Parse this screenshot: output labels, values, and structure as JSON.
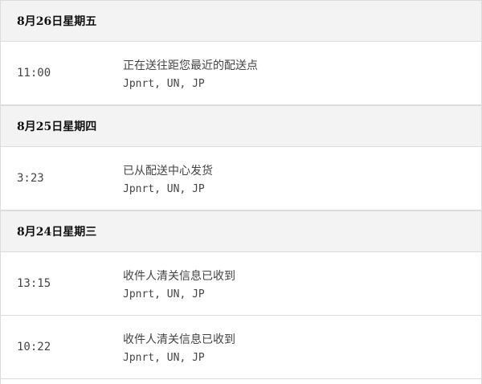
{
  "days": [
    {
      "date": "8月26日星期五",
      "events": [
        {
          "time": "11:00",
          "status": "正在送往距您最近的配送点",
          "location": "Jpnrt, UN, JP"
        }
      ]
    },
    {
      "date": "8月25日星期四",
      "events": [
        {
          "time": "3:23",
          "status": "已从配送中心发货",
          "location": "Jpnrt, UN, JP"
        }
      ]
    },
    {
      "date": "8月24日星期三",
      "events": [
        {
          "time": "13:15",
          "status": "收件人清关信息已收到",
          "location": "Jpnrt, UN, JP"
        },
        {
          "time": "10:22",
          "status": "收件人清关信息已收到",
          "location": "Jpnrt, UN, JP"
        }
      ]
    }
  ]
}
